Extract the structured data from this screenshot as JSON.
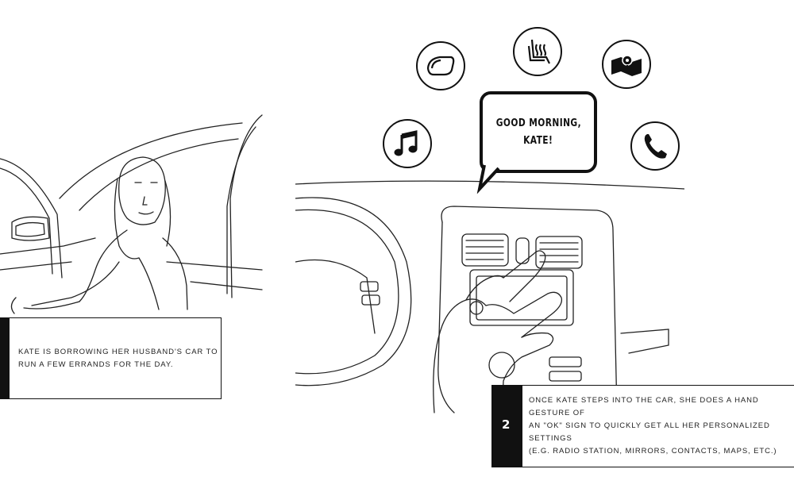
{
  "panel1": {
    "caption_line1": "KATE IS BORROWING HER HUSBAND'S CAR TO",
    "caption_line2": "RUN A FEW ERRANDS FOR THE DAY."
  },
  "panel2": {
    "step_number": "2",
    "caption_line1": "ONCE KATE STEPS INTO THE CAR, SHE DOES A HAND GESTURE OF",
    "caption_line2": "AN \"OK\" SIGN TO QUICKLY GET ALL HER PERSONALIZED SETTINGS",
    "caption_line3": "(E.G. RADIO STATION, MIRRORS, CONTACTS, MAPS, ETC.)",
    "bubble_line1": "GOOD MORNING,",
    "bubble_line2": "KATE!",
    "icons": [
      "mirror-icon",
      "heated-seat-icon",
      "map-icon",
      "music-icon",
      "phone-icon"
    ]
  }
}
